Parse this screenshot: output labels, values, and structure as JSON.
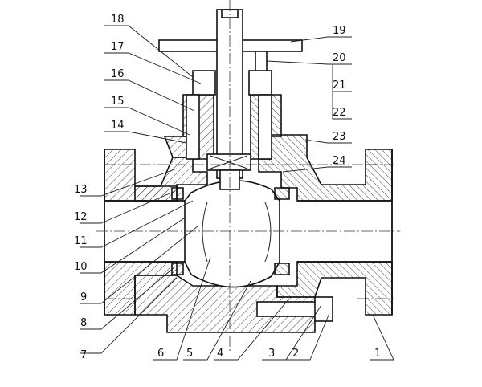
{
  "part_numbers": [
    "1",
    "2",
    "3",
    "4",
    "5",
    "6",
    "7",
    "8",
    "9",
    "10",
    "11",
    "12",
    "13",
    "14",
    "15",
    "16",
    "17",
    "18",
    "19",
    "20",
    "21",
    "22",
    "23",
    "24"
  ]
}
